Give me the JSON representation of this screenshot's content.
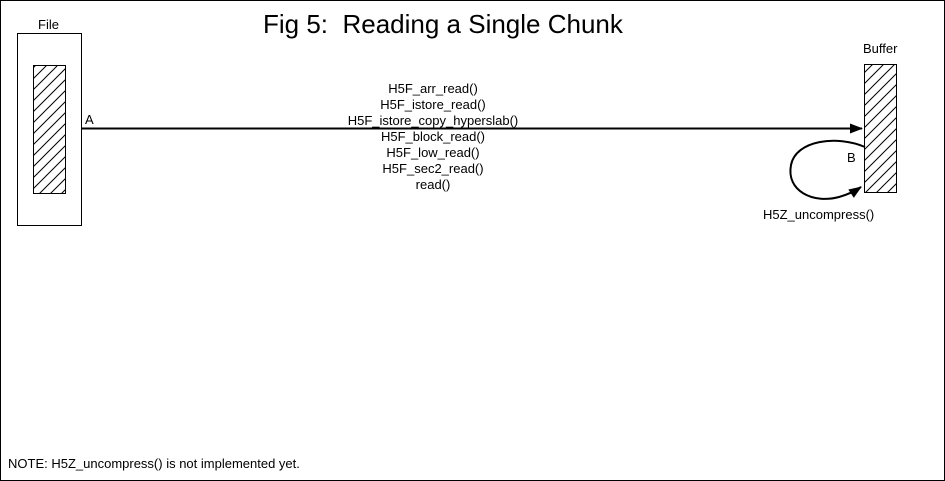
{
  "title": "Fig 5:  Reading a Single Chunk",
  "file": {
    "label": "File"
  },
  "buffer": {
    "label": "Buffer"
  },
  "read_path": {
    "arrow_label": "A",
    "calls": [
      "H5F_arr_read()",
      "H5F_istore_read()",
      "H5F_istore_copy_hyperslab()",
      "H5F_block_read()",
      "H5F_low_read()",
      "H5F_sec2_read()",
      "read()"
    ]
  },
  "uncompress_loop": {
    "arrow_label": "B",
    "caption": "H5Z_uncompress()"
  },
  "note": "NOTE: H5Z_uncompress() is not implemented yet.",
  "colors": {
    "ink": "#000000",
    "paper": "#ffffff"
  }
}
